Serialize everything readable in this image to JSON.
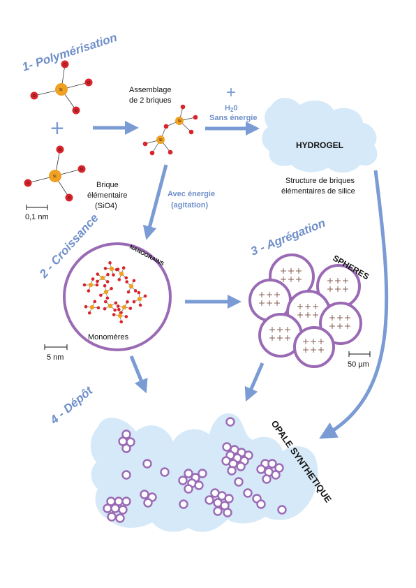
{
  "titles": {
    "step1": "1- Polymérisation",
    "step2": "2 - Croissance",
    "step3": "3 - Agrégation",
    "step4": "4 - Dépôt"
  },
  "labels": {
    "si": "Si",
    "o": "O",
    "plus": "+",
    "assemblage": [
      "Assemblage",
      "de 2 briques"
    ],
    "brique": [
      "Brique",
      "élémentaire",
      "(SiO4)"
    ],
    "scale_01nm": "0,1 nm",
    "h2o_plus": "+",
    "h2o": "H",
    "h2o_sub": "2",
    "h2o_tail": "0",
    "sans_energie": "Sans énergie",
    "hydrogel": "HYDROGEL",
    "structure": [
      "Structure de briques",
      "élémentaires de silice"
    ],
    "avec_energie": [
      "Avec énergie",
      "(agitation)"
    ],
    "nanograins": "NANOGRAINS",
    "monomeres": "Monomères",
    "scale_5nm": "5 nm",
    "spheres": "SPHERES",
    "scale_50um": "50 µm",
    "opale": "OPALE SYNTHETIQUE"
  },
  "colors": {
    "arrow": "#7a9bd3",
    "title_blue": "#6f8fc9",
    "silicon": "#f0a022",
    "oxygen": "#d8242a",
    "purple": "#9a6ab5",
    "blob": "#d6e9f8",
    "ink": "#111111"
  }
}
